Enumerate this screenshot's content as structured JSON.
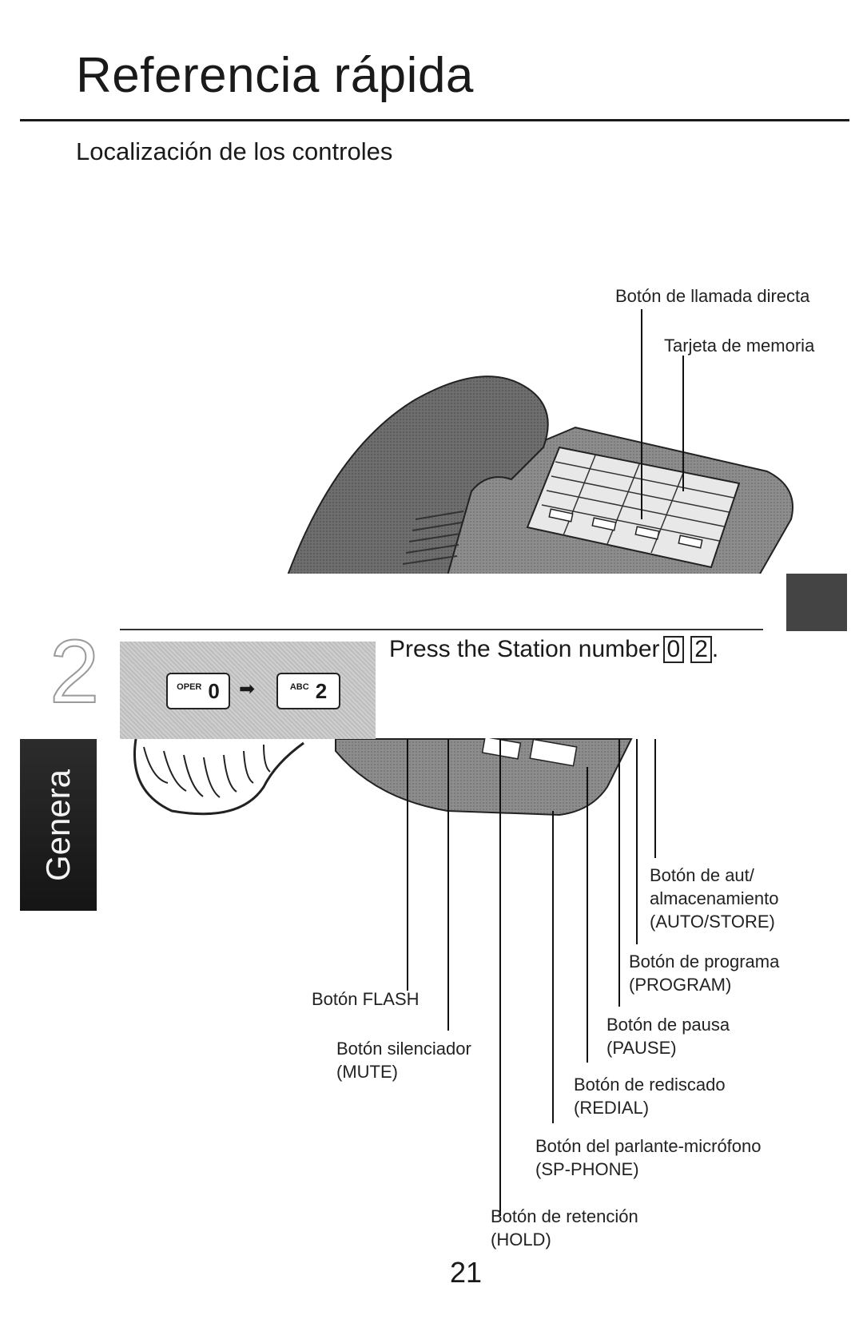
{
  "page": {
    "title": "Referencia rápida",
    "subtitle": "Localización de los controles",
    "section_number": "2",
    "section_tab": "Genera",
    "page_number": "21"
  },
  "callouts": {
    "directa": "Botón de llamada directa",
    "tarjeta": "Tarjeta de memoria",
    "auto_1": "Botón de aut/",
    "auto_2": "almacenamiento",
    "auto_3": "(AUTO/STORE)",
    "program_1": "Botón de programa",
    "program_2": "(PROGRAM)",
    "flash": "Botón FLASH",
    "pausa_1": "Botón de pausa",
    "pausa_2": "(PAUSE)",
    "mute_1": "Botón silenciador",
    "mute_2": "(MUTE)",
    "redial_1": "Botón de rediscado",
    "redial_2": "(REDIAL)",
    "sp_1": "Botón del parlante-micrófono",
    "sp_2": "(SP-PHONE)",
    "hold_1": "Botón de retención",
    "hold_2": "(HOLD)"
  },
  "overlay": {
    "instruction": "Press the Station number",
    "digit_a": "0",
    "digit_b": "2",
    "period": ".",
    "key1_sup": "OPER",
    "key1_main": "0",
    "key2_sup": "ABC",
    "key2_main": "2",
    "arrow_icon": "right-arrow-icon"
  },
  "colors": {
    "phone_body": "#8a8a8a",
    "phone_dark": "#6b6b6b",
    "tab_bg": "#1e1e1e",
    "ink": "#1a1a1a"
  }
}
